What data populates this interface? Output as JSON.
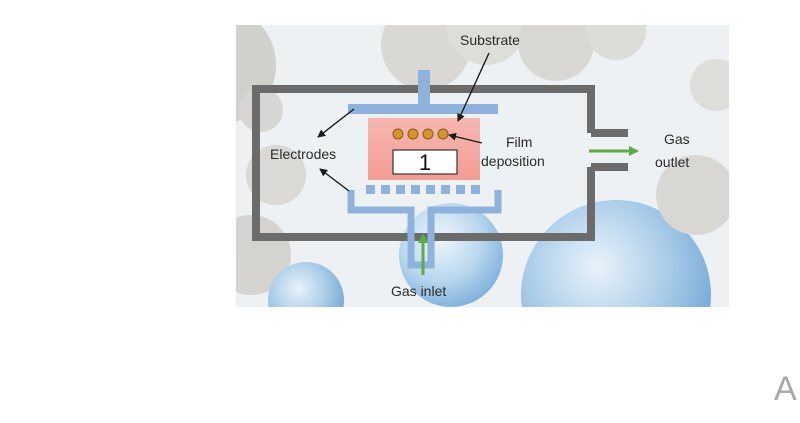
{
  "diagram": {
    "labels": {
      "substrate": "Substrate",
      "electrodes": "Electrodes",
      "film_line1": "Film",
      "film_line2": "deposition",
      "gas_outlet_line1": "Gas",
      "gas_outlet_line2": "outlet",
      "gas_inlet": "Gas inlet",
      "marker_number": "1"
    },
    "colors": {
      "chamber_wall": "#6b6b6b",
      "electrode": "#8fb2dc",
      "plasma": "#f4a9a3",
      "particles": "#d4962c",
      "gas_arrow": "#5cab43",
      "annotation_arrow": "#1a1a1a"
    },
    "particle_count": 4,
    "showerhead_hole_count": 8
  },
  "page": {
    "corner_letter": "A"
  }
}
